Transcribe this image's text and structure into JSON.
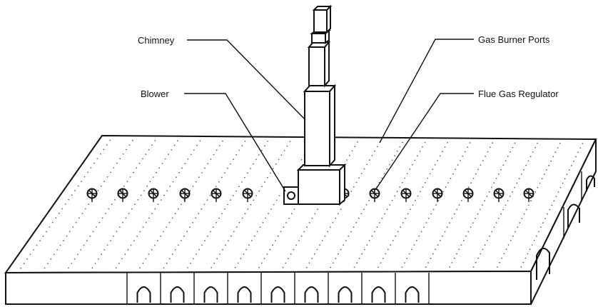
{
  "labels": {
    "chimney": "Chimney",
    "blower": "Blower",
    "gas_burner_ports": "Gas Burner Ports",
    "flue_gas_regulator": "Flue Gas Regulator"
  }
}
